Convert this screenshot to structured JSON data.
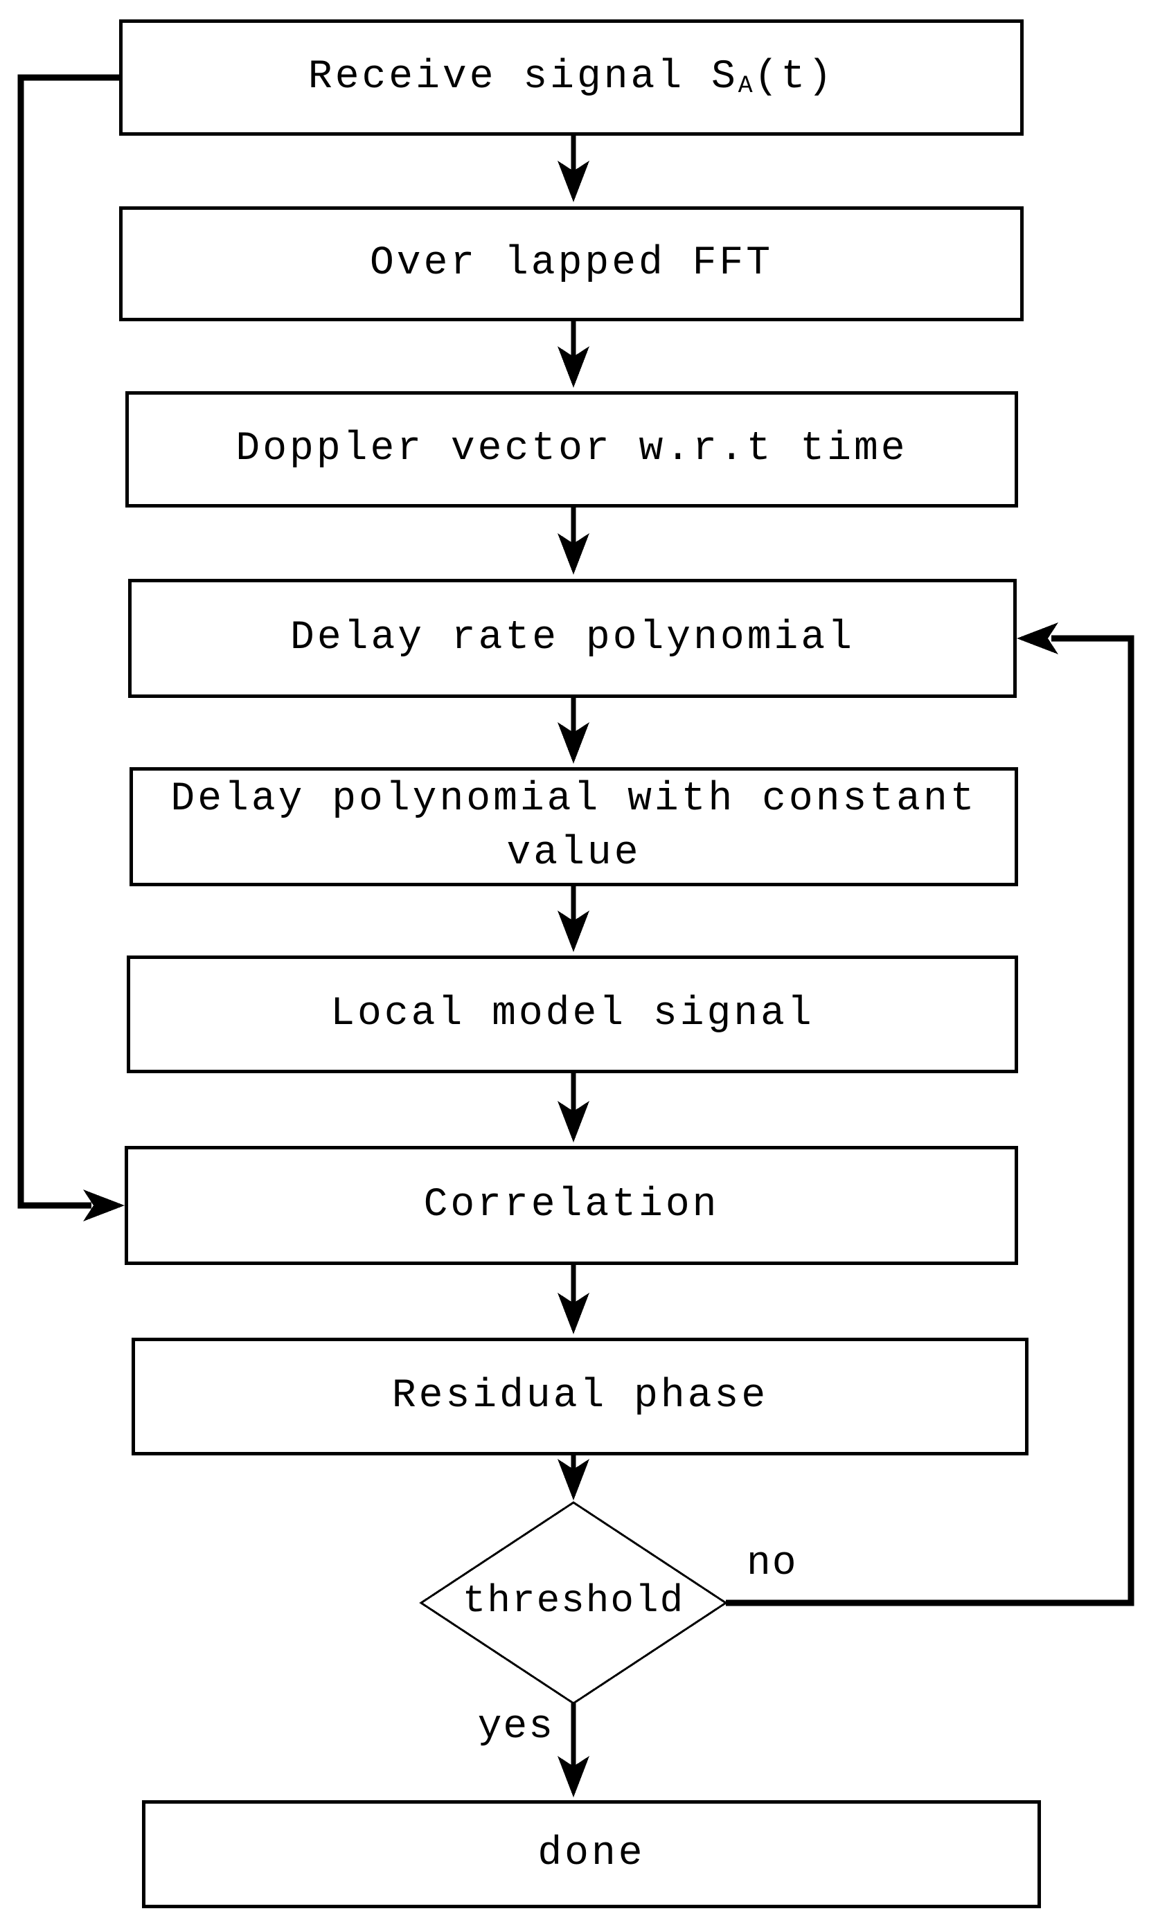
{
  "diagram": {
    "title": "signal processing flowchart",
    "background_color": "#ffffff",
    "line_color": "#000000",
    "boxes": [
      {
        "name": "receive-signal",
        "label_prefix": "Receive signal S",
        "label_sub": "A",
        "label_suffix": "(t)"
      },
      {
        "name": "overlapped-fft",
        "label": "Over lapped FFT"
      },
      {
        "name": "doppler-vector",
        "label": "Doppler vector w.r.t time"
      },
      {
        "name": "delay-rate-polynomial",
        "label": "Delay rate polynomial"
      },
      {
        "name": "delay-polynomial-constant",
        "label_lines": [
          "Delay polynomial with constant",
          "value"
        ]
      },
      {
        "name": "local-model-signal",
        "label": "Local model signal"
      },
      {
        "name": "correlation",
        "label": "Correlation"
      },
      {
        "name": "residual-phase",
        "label": "Residual phase"
      },
      {
        "name": "done",
        "label": "done"
      }
    ],
    "decision": {
      "name": "threshold",
      "label": "threshold"
    },
    "edge_labels": {
      "no": "no",
      "yes": "yes"
    }
  }
}
